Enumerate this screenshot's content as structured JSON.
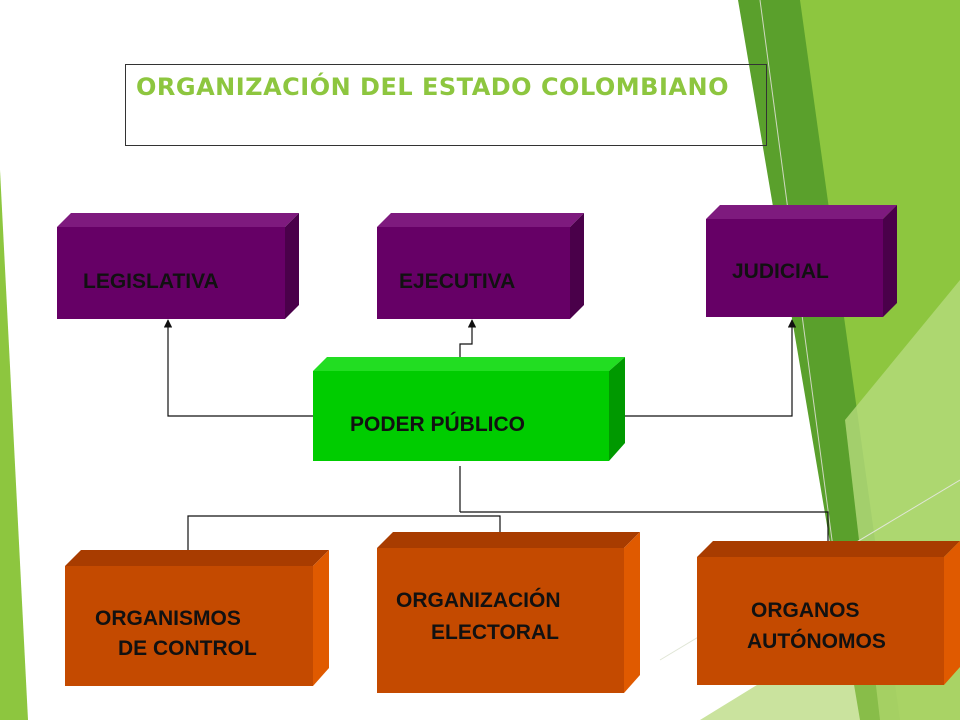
{
  "title": "ORGANIZACIÓN DEL ESTADO COLOMBIANO",
  "colors": {
    "title": "#8dc63f",
    "purple_front": "#660066",
    "purple_top": "#7e1a7e",
    "purple_side": "#4a004a",
    "green_front": "#00cc00",
    "green_top": "#22dd22",
    "green_side": "#009900",
    "orange_front": "#c44a00",
    "orange_top": "#a83c00",
    "orange_side": "#e05a00",
    "accent_dark_green": "#5aa02c",
    "accent_light_green": "#8dc63f"
  },
  "nodes": {
    "legislativa": "LEGISLATIVA",
    "ejecutiva": "EJECUTIVA",
    "judicial": "JUDICIAL",
    "poder_publico": "PODER PÚBLICO",
    "organismos_control": [
      "ORGANISMOS",
      "DE CONTROL"
    ],
    "organizacion_electoral": [
      "ORGANIZACIÓN",
      "ELECTORAL"
    ],
    "organos_autonomos": [
      "ORGANOS",
      "AUTÓNOMOS"
    ]
  }
}
